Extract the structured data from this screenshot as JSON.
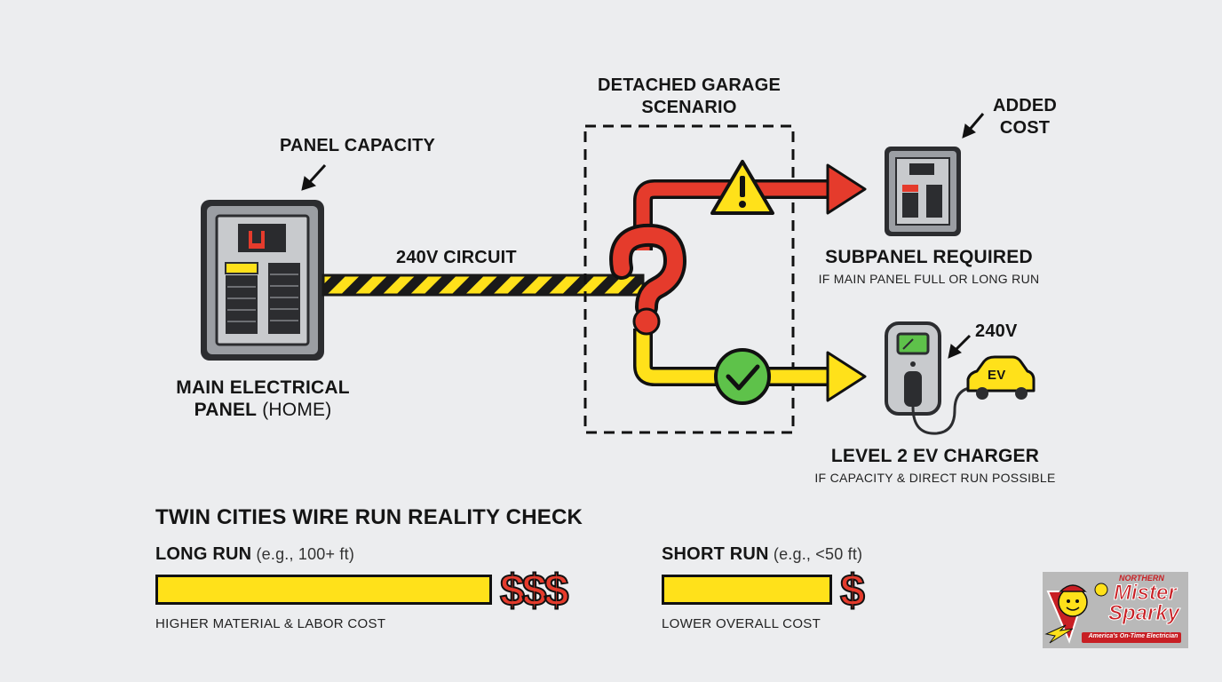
{
  "main_panel": {
    "annotation": "PANEL CAPACITY",
    "label_line1": "MAIN ELECTRICAL",
    "label_line2_bold": "PANEL",
    "label_line2_rest": " (HOME)"
  },
  "circuit": {
    "label": "240V CIRCUIT"
  },
  "garage": {
    "label_line1": "DETACHED GARAGE",
    "label_line2": "SCENARIO"
  },
  "subpanel": {
    "annotation_line1": "ADDED",
    "annotation_line2": "COST",
    "title": "SUBPANEL REQUIRED",
    "subtitle": "IF MAIN PANEL FULL OR LONG RUN"
  },
  "charger": {
    "annotation": "240V",
    "car_label": "EV",
    "title": "LEVEL 2 EV CHARGER",
    "subtitle": "IF CAPACITY & DIRECT RUN POSSIBLE"
  },
  "reality_check": {
    "heading": "TWIN CITIES WIRE RUN REALITY CHECK",
    "long_run": {
      "label": "LONG RUN",
      "detail": " (e.g., 100+ ft)",
      "cost": "$$$",
      "note": "HIGHER MATERIAL & LABOR COST"
    },
    "short_run": {
      "label": "SHORT RUN",
      "detail": " (e.g., <50 ft)",
      "cost": "$",
      "note": "LOWER OVERALL COST"
    }
  },
  "logo": {
    "line1": "NORTHERN",
    "line2": "Mister",
    "line3": "Sparky",
    "tagline": "America's On-Time Electrician"
  },
  "colors": {
    "yellow": "#ffe11a",
    "red": "#e53b2c",
    "green": "#5ec24a",
    "panel_gray": "#9b9ea3",
    "dark": "#2f3033",
    "background": "#ecedef"
  },
  "icons": [
    "arrow-annotation-icon",
    "warning-icon",
    "question-mark-icon",
    "checkmark-icon",
    "ev-car-icon",
    "plug-icon"
  ]
}
